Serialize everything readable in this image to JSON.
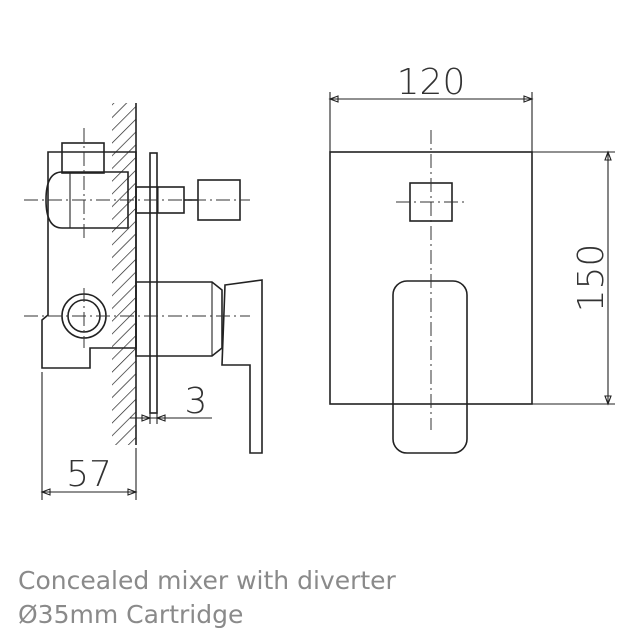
{
  "dimensions": {
    "width_120": "120",
    "height_150": "150",
    "depth_57": "57",
    "plate_3": "3"
  },
  "caption": {
    "line1": "Concealed mixer with diverter",
    "line2": "Ø35mm Cartridge"
  }
}
